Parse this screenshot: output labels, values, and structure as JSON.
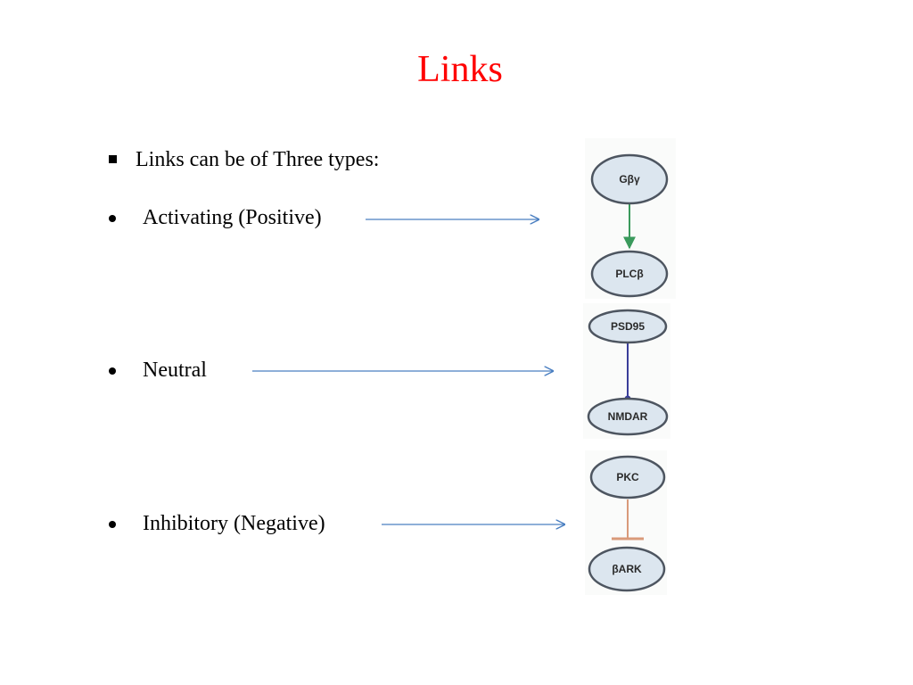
{
  "title": "Links",
  "intro": "Links can be of Three types:",
  "bullets": [
    {
      "label": "Activating (Positive)"
    },
    {
      "label": "Neutral"
    },
    {
      "label": "Inhibitory (Negative)"
    }
  ],
  "diagram": {
    "activating": {
      "from": "Gβγ",
      "to": "PLCβ"
    },
    "neutral": {
      "from": "PSD95",
      "to": "NMDAR"
    },
    "inhibitory": {
      "from": "PKC",
      "to": "βARK"
    }
  },
  "colors": {
    "title": "#ff0000",
    "arrow": "#4a7fc1",
    "node_fill": "#dce6ef",
    "activating_link": "#3a9a5c",
    "neutral_link": "#3a3e9a",
    "inhibitory_link": "#d99a7a"
  }
}
